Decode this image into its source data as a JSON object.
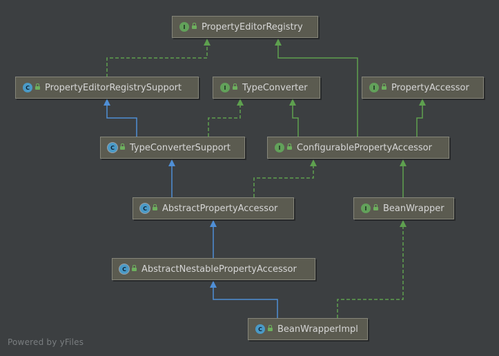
{
  "diagram": {
    "nodes": {
      "property_editor_registry": {
        "label": "PropertyEditorRegistry",
        "badge": "I"
      },
      "property_editor_registry_support": {
        "label": "PropertyEditorRegistrySupport",
        "badge": "C"
      },
      "type_converter": {
        "label": "TypeConverter",
        "badge": "I"
      },
      "property_accessor": {
        "label": "PropertyAccessor",
        "badge": "I"
      },
      "type_converter_support": {
        "label": "TypeConverterSupport",
        "badge": "C"
      },
      "configurable_property_accessor": {
        "label": "ConfigurablePropertyAccessor",
        "badge": "I"
      },
      "abstract_property_accessor": {
        "label": "AbstractPropertyAccessor",
        "badge": "C"
      },
      "bean_wrapper": {
        "label": "BeanWrapper",
        "badge": "I"
      },
      "abstract_nestable_property_accessor": {
        "label": "AbstractNestablePropertyAccessor",
        "badge": "C"
      },
      "bean_wrapper_impl": {
        "label": "BeanWrapperImpl",
        "badge": "C"
      }
    }
  },
  "footer": {
    "text": "Powered by yFiles"
  },
  "colors": {
    "background": "#3c3f41",
    "node_fill": "#5b5b50",
    "extends_edge": "#4f8fd6",
    "implements_edge": "#5ea04f",
    "interface_badge": "#62a15a",
    "class_badge": "#4a9ac7"
  }
}
